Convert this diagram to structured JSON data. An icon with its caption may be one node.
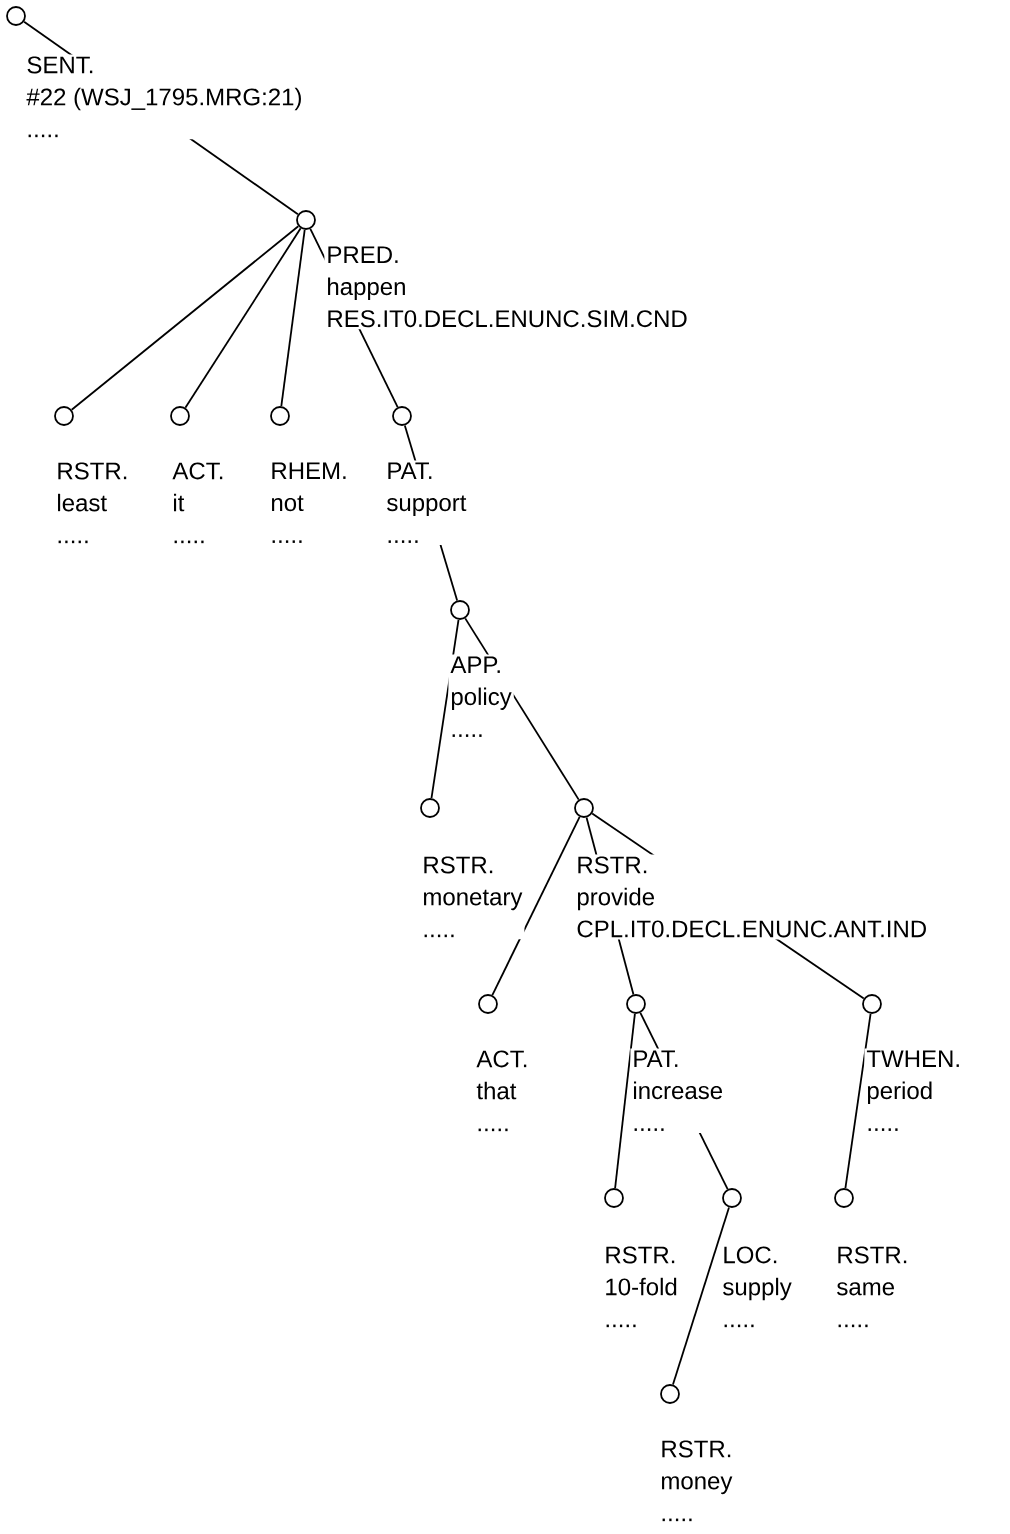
{
  "diagram": {
    "nodes": [
      {
        "text": [
          "SENT.",
          "#22 (WSJ_1795.MRG:21)",
          "....."
        ]
      },
      {
        "text": [
          "PRED.",
          "happen",
          "RES.IT0.DECL.ENUNC.SIM.CND"
        ]
      },
      {
        "text": [
          "RSTR.",
          "least",
          "....."
        ]
      },
      {
        "text": [
          "ACT.",
          "it",
          "....."
        ]
      },
      {
        "text": [
          "RHEM.",
          "not",
          "....."
        ]
      },
      {
        "text": [
          "PAT.",
          "support",
          "....."
        ]
      },
      {
        "text": [
          "APP.",
          "policy",
          "....."
        ]
      },
      {
        "text": [
          "RSTR.",
          "monetary",
          "....."
        ]
      },
      {
        "text": [
          "RSTR.",
          "provide",
          "CPL.IT0.DECL.ENUNC.ANT.IND"
        ]
      },
      {
        "text": [
          "ACT.",
          "that",
          "....."
        ]
      },
      {
        "text": [
          "PAT.",
          "increase",
          "....."
        ]
      },
      {
        "text": [
          "TWHEN.",
          "period",
          "....."
        ]
      },
      {
        "text": [
          "RSTR.",
          "10-fold",
          "....."
        ]
      },
      {
        "text": [
          "LOC.",
          "supply",
          "....."
        ]
      },
      {
        "text": [
          "RSTR.",
          "same",
          "....."
        ]
      },
      {
        "text": [
          "RSTR.",
          "money",
          "....."
        ]
      }
    ],
    "edges": [
      {
        "from": 0,
        "to": 1,
        "arrow": "none"
      },
      {
        "from": 1,
        "to": 2,
        "arrow": "none"
      },
      {
        "from": 1,
        "to": 3,
        "arrow": "none"
      },
      {
        "from": 1,
        "to": 4,
        "arrow": "none"
      },
      {
        "from": 1,
        "to": 5,
        "arrow": "none"
      },
      {
        "from": 5,
        "to": 6,
        "arrow": "none"
      },
      {
        "from": 6,
        "to": 7,
        "arrow": "none"
      },
      {
        "from": 6,
        "to": 8,
        "arrow": "none"
      },
      {
        "from": 8,
        "to": 9,
        "arrow": "none"
      },
      {
        "from": 8,
        "to": 10,
        "arrow": "none"
      },
      {
        "from": 8,
        "to": 11,
        "arrow": "none"
      },
      {
        "from": 10,
        "to": 12,
        "arrow": "none"
      },
      {
        "from": 10,
        "to": 13,
        "arrow": "none"
      },
      {
        "from": 11,
        "to": 14,
        "arrow": "none"
      },
      {
        "from": 13,
        "to": 15,
        "arrow": "none"
      }
    ]
  }
}
